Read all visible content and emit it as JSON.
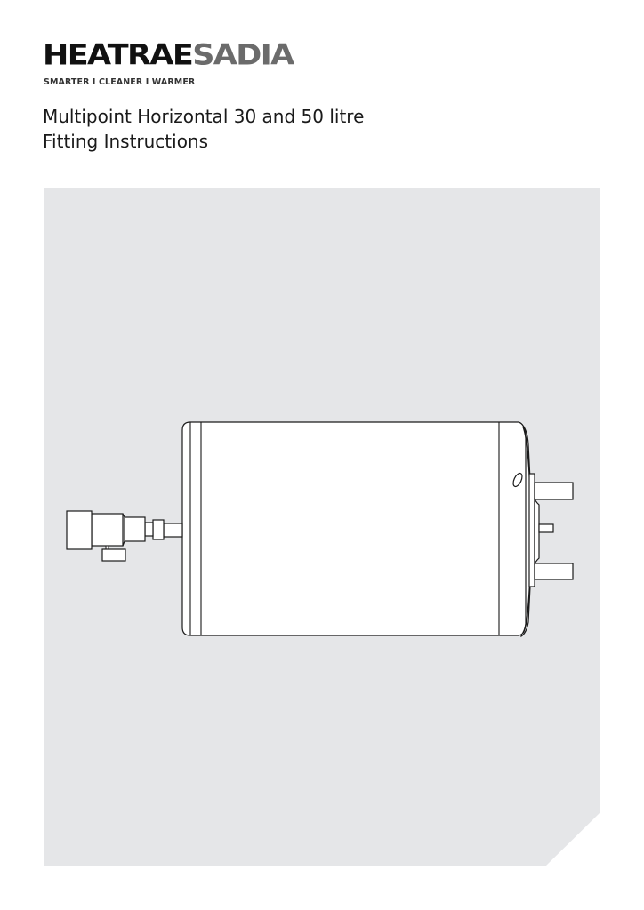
{
  "header": {
    "brand_part1": "HEATRAE",
    "brand_part2": "SADIA",
    "tagline": "SMARTER  I  CLEANER  I  WARMER",
    "brand_colors": {
      "primary": "#111111",
      "secondary": "#6b6b6b"
    }
  },
  "document": {
    "title_line1": "Multipoint Horizontal 30 and 50 litre",
    "title_line2": "Fitting Instructions"
  },
  "cover_panel": {
    "background_color": "#e5e6e8",
    "illustration": "horizontal-water-heater-line-drawing",
    "line_color": "#1a1a1a"
  }
}
